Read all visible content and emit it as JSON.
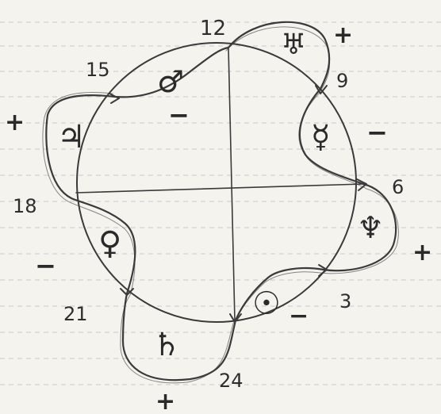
{
  "hours": {
    "h12": "12",
    "h15": "15",
    "h9": "9",
    "h18": "18",
    "h6": "6",
    "h21": "21",
    "h3": "3",
    "h24": "24"
  },
  "signs": {
    "top_right": "+",
    "left": "+",
    "right_upper": "−",
    "right_lower": "+",
    "left_lower": "−",
    "bottom": "+",
    "lower_middle_right": "−",
    "inner_upper_left": "−"
  },
  "planet_symbols": {
    "uranus": "♅",
    "mars": "♂",
    "jupiter": "♃",
    "mercury": "☿",
    "neptune": "♆",
    "venus": "♀",
    "sun": "☉",
    "saturn": "♄"
  },
  "colors": {
    "ink": "#3a3a3a",
    "paper": "#f4f3ee",
    "ruled_line": "#c9c9c9"
  }
}
